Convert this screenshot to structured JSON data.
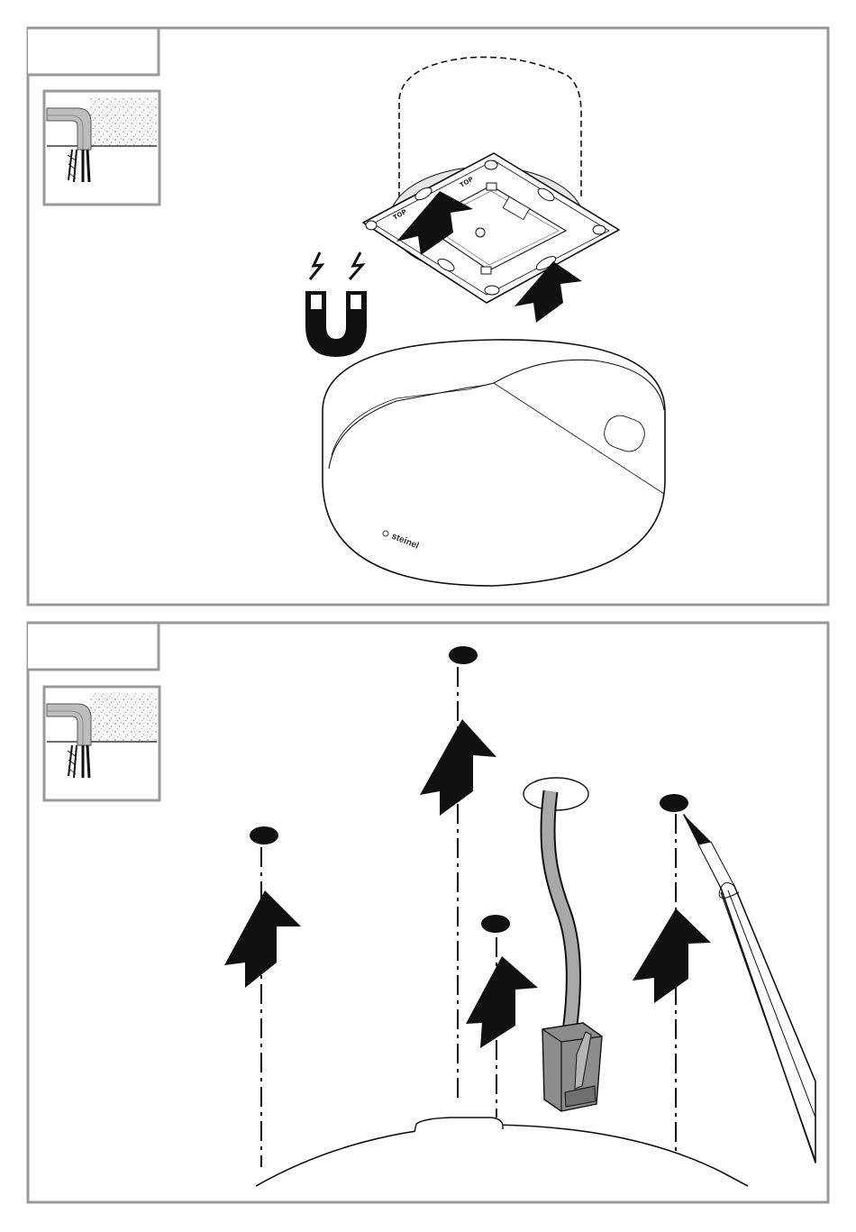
{
  "colors": {
    "frame": "#9a9a9a",
    "ink": "#111111",
    "cable_grey": "#a8a8a8",
    "connector_grey": "#8c8c8c",
    "plaster": "#f2f2f2"
  },
  "panel_1": {
    "step_tab": "",
    "device_brand": "steinel",
    "plate_markings": [
      "TOP",
      "TOP"
    ],
    "icons": [
      "cable-in-ceiling-icon",
      "magnet-icon",
      "arrow-up-icon"
    ]
  },
  "panel_2": {
    "step_tab": "",
    "icons": [
      "cable-in-ceiling-icon",
      "pencil-icon",
      "arrow-up-icon",
      "rj45-connector-icon"
    ]
  }
}
